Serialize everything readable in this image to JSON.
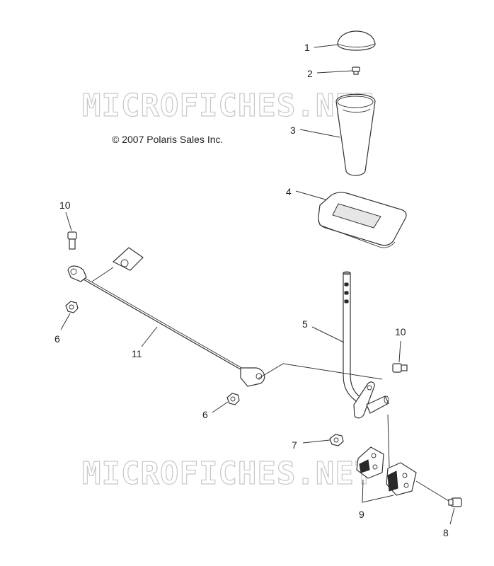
{
  "watermark": {
    "text": "MICROFICHES.NET"
  },
  "copyright": "© 2007 Polaris Sales Inc.",
  "parts": {
    "p1": "1",
    "p2": "2",
    "p3": "3",
    "p4": "4",
    "p5": "5",
    "p6a": "6",
    "p6b": "6",
    "p7": "7",
    "p8": "8",
    "p9": "9",
    "p10a": "10",
    "p10b": "10",
    "p11": "11"
  }
}
